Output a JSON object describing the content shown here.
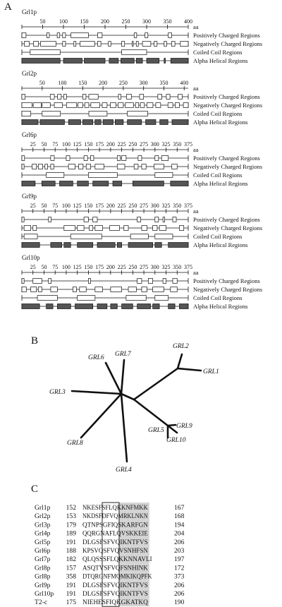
{
  "panels": {
    "a": "A",
    "b": "B",
    "c": "C"
  },
  "track_labels": [
    "aa",
    "Positively Charged Regions",
    "Negatively Charged Regions",
    "Coiled Coil Regions",
    "Alpha Helical Regions"
  ],
  "proteins": [
    {
      "name": "Grl1p",
      "length": 400,
      "ticks": [
        50,
        100,
        150,
        200,
        250,
        300,
        350,
        400
      ],
      "tracks": {
        "positive": [
          [
            0,
            10
          ],
          [
            60,
            66
          ],
          [
            85,
            91
          ],
          [
            98,
            105
          ],
          [
            118,
            160
          ],
          [
            182,
            193
          ],
          [
            270,
            276
          ],
          [
            296,
            303
          ],
          [
            352,
            360
          ]
        ],
        "negative": [
          [
            6,
            18
          ],
          [
            28,
            40
          ],
          [
            45,
            82
          ],
          [
            98,
            105
          ],
          [
            125,
            130
          ],
          [
            140,
            175
          ],
          [
            182,
            190
          ],
          [
            208,
            214
          ],
          [
            240,
            247
          ],
          [
            265,
            268
          ],
          [
            275,
            280
          ],
          [
            290,
            310
          ],
          [
            318,
            325
          ],
          [
            342,
            348
          ],
          [
            360,
            368
          ],
          [
            381,
            400
          ]
        ],
        "coiled": [
          [
            20,
            92
          ],
          [
            240,
            300
          ]
        ],
        "helical": [
          [
            0,
            92
          ],
          [
            100,
            145
          ],
          [
            150,
            200
          ],
          [
            210,
            232
          ],
          [
            238,
            270
          ],
          [
            275,
            290
          ],
          [
            300,
            330
          ],
          [
            342,
            345
          ],
          [
            358,
            400
          ]
        ]
      }
    },
    {
      "name": "Grl2p",
      "length": 410,
      "ticks": [
        50,
        100,
        150,
        200,
        250,
        300,
        350,
        400
      ],
      "tracks": {
        "positive": [
          [
            0,
            8
          ],
          [
            70,
            80
          ],
          [
            88,
            97
          ],
          [
            103,
            110
          ],
          [
            150,
            158
          ],
          [
            165,
            188
          ],
          [
            238,
            244
          ],
          [
            258,
            270
          ],
          [
            290,
            300
          ],
          [
            335,
            345
          ],
          [
            356,
            365
          ],
          [
            385,
            395
          ]
        ],
        "negative": [
          [
            0,
            25
          ],
          [
            28,
            48
          ],
          [
            50,
            70
          ],
          [
            80,
            100
          ],
          [
            110,
            135
          ],
          [
            138,
            150
          ],
          [
            155,
            165
          ],
          [
            170,
            192
          ],
          [
            198,
            210
          ],
          [
            218,
            232
          ],
          [
            237,
            250
          ],
          [
            255,
            275
          ],
          [
            280,
            288
          ],
          [
            292,
            302
          ],
          [
            308,
            323
          ],
          [
            330,
            342
          ],
          [
            360,
            372
          ],
          [
            378,
            388
          ],
          [
            398,
            410
          ]
        ],
        "coiled": [
          [
            0,
            22
          ],
          [
            50,
            95
          ],
          [
            165,
            210
          ],
          [
            260,
            310
          ]
        ],
        "helical": [
          [
            0,
            40
          ],
          [
            45,
            105
          ],
          [
            115,
            145
          ],
          [
            150,
            175
          ],
          [
            180,
            195
          ],
          [
            200,
            225
          ],
          [
            230,
            250
          ],
          [
            260,
            295
          ],
          [
            305,
            330
          ],
          [
            340,
            360
          ],
          [
            370,
            410
          ]
        ]
      }
    },
    {
      "name": "Grl6p",
      "length": 375,
      "ticks": [
        25,
        50,
        75,
        100,
        125,
        150,
        175,
        200,
        225,
        250,
        275,
        300,
        325,
        350,
        375
      ],
      "tracks": {
        "positive": [
          [
            0,
            6
          ],
          [
            65,
            73
          ],
          [
            100,
            108
          ],
          [
            140,
            148
          ],
          [
            155,
            162
          ],
          [
            215,
            222
          ],
          [
            225,
            235
          ],
          [
            262,
            270
          ],
          [
            300,
            308
          ],
          [
            315,
            330
          ]
        ],
        "negative": [
          [
            0,
            5
          ],
          [
            23,
            33
          ],
          [
            37,
            47
          ],
          [
            52,
            58
          ],
          [
            65,
            72
          ],
          [
            105,
            120
          ],
          [
            128,
            138
          ],
          [
            145,
            155
          ],
          [
            165,
            185
          ],
          [
            215,
            232
          ],
          [
            253,
            262
          ],
          [
            270,
            280
          ],
          [
            298,
            320
          ],
          [
            338,
            350
          ]
        ],
        "coiled": [
          [
            55,
            95
          ],
          [
            150,
            215
          ],
          [
            300,
            340
          ]
        ],
        "helical": [
          [
            0,
            30
          ],
          [
            45,
            75
          ],
          [
            85,
            115
          ],
          [
            125,
            150
          ],
          [
            160,
            195
          ],
          [
            205,
            225
          ],
          [
            250,
            320
          ],
          [
            335,
            375
          ]
        ]
      }
    },
    {
      "name": "Grl9p",
      "length": 375,
      "ticks": [
        25,
        50,
        75,
        100,
        125,
        150,
        175,
        200,
        225,
        250,
        275,
        300,
        325,
        350,
        375
      ],
      "tracks": {
        "positive": [
          [
            0,
            5
          ],
          [
            60,
            66
          ],
          [
            140,
            150
          ],
          [
            160,
            170
          ],
          [
            260,
            268
          ],
          [
            300,
            308
          ],
          [
            318,
            322
          ],
          [
            340,
            348
          ]
        ],
        "negative": [
          [
            5,
            20
          ],
          [
            25,
            33
          ],
          [
            95,
            120
          ],
          [
            125,
            140
          ],
          [
            152,
            160
          ],
          [
            165,
            182
          ],
          [
            198,
            220
          ],
          [
            230,
            240
          ],
          [
            270,
            282
          ],
          [
            295,
            305
          ],
          [
            310,
            325
          ],
          [
            355,
            365
          ]
        ],
        "coiled": [
          [
            5,
            35
          ],
          [
            110,
            180
          ],
          [
            245,
            285
          ],
          [
            300,
            340
          ]
        ],
        "helical": [
          [
            0,
            40
          ],
          [
            65,
            90
          ],
          [
            95,
            110
          ],
          [
            125,
            160
          ],
          [
            170,
            210
          ],
          [
            215,
            225
          ],
          [
            240,
            295
          ],
          [
            300,
            315
          ],
          [
            330,
            375
          ]
        ]
      }
    },
    {
      "name": "Grl10p",
      "length": 375,
      "ticks": [
        25,
        50,
        75,
        100,
        125,
        150,
        175,
        200,
        225,
        250,
        275,
        300,
        325,
        350,
        375
      ],
      "tracks": {
        "positive": [
          [
            0,
            5
          ],
          [
            25,
            45
          ],
          [
            60,
            66
          ],
          [
            150,
            155
          ],
          [
            260,
            270
          ],
          [
            285,
            295
          ],
          [
            318,
            325
          ],
          [
            340,
            350
          ]
        ],
        "negative": [
          [
            0,
            10
          ],
          [
            20,
            33
          ],
          [
            37,
            45
          ],
          [
            65,
            80
          ],
          [
            115,
            123
          ],
          [
            130,
            145
          ],
          [
            165,
            182
          ],
          [
            200,
            225
          ],
          [
            240,
            258
          ],
          [
            270,
            282
          ],
          [
            295,
            320
          ],
          [
            335,
            350
          ]
        ],
        "coiled": [
          [
            35,
            80
          ],
          [
            125,
            165
          ],
          [
            235,
            280
          ],
          [
            300,
            330
          ]
        ],
        "helical": [
          [
            0,
            40
          ],
          [
            55,
            70
          ],
          [
            80,
            110
          ],
          [
            120,
            160
          ],
          [
            170,
            192
          ],
          [
            200,
            215
          ],
          [
            225,
            250
          ],
          [
            260,
            290
          ],
          [
            295,
            310
          ],
          [
            330,
            345
          ],
          [
            355,
            375
          ]
        ]
      }
    }
  ],
  "tree": {
    "leaves": [
      "GRL1",
      "GRL2",
      "GRL3",
      "GRL4",
      "GRL5",
      "GRL6",
      "GRL7",
      "GRL8",
      "GRL9",
      "GRL10"
    ]
  },
  "alignment": {
    "rows": [
      {
        "name": "Grl1p",
        "start": "152",
        "seq": "NKESFSFLQKKNFMKK",
        "end": "167"
      },
      {
        "name": "Grl2p",
        "start": "153",
        "seq": "NKDSFDFVQMRKLNKN",
        "end": "168"
      },
      {
        "name": "Grl3p",
        "start": "179",
        "seq": "QTNPSGFIQSKARFGN",
        "end": "194"
      },
      {
        "name": "Grl4p",
        "start": "189",
        "seq": "QQRGNAFLQVSKKEIE",
        "end": "204"
      },
      {
        "name": "Grl5p",
        "start": "191",
        "seq": "DLGSFSFVQIKNTFVS",
        "end": "206"
      },
      {
        "name": "Grl6p",
        "start": "188",
        "seq": "KPSVQSFVQVSNHFSN",
        "end": "203"
      },
      {
        "name": "Grl7p",
        "start": "182",
        "seq": "QLQSSSFLQKKNNAVLI",
        "end": "197"
      },
      {
        "name": "Grl8p",
        "start": "157",
        "seq": "ASQTVSFVQFSNHINK",
        "end": "172"
      },
      {
        "name": "Grl8p",
        "start": "358",
        "seq": "DTQRGNFMQMKIKQPFK",
        "end": "373"
      },
      {
        "name": "Grl9p",
        "start": "191",
        "seq": "DLGSFSFVQIKNTFVS",
        "end": "206"
      },
      {
        "name": "Grl10p",
        "start": "191",
        "seq": "DLGSFSFVQIKNTFVS",
        "end": "206"
      },
      {
        "name": "T2-c",
        "start": "175",
        "seq": "NIEHESFIQKGKATKQ",
        "end": "190"
      }
    ]
  },
  "colors": {
    "ink": "#111111",
    "helix_fill": "#555555",
    "shade": "#d4d4d4"
  }
}
